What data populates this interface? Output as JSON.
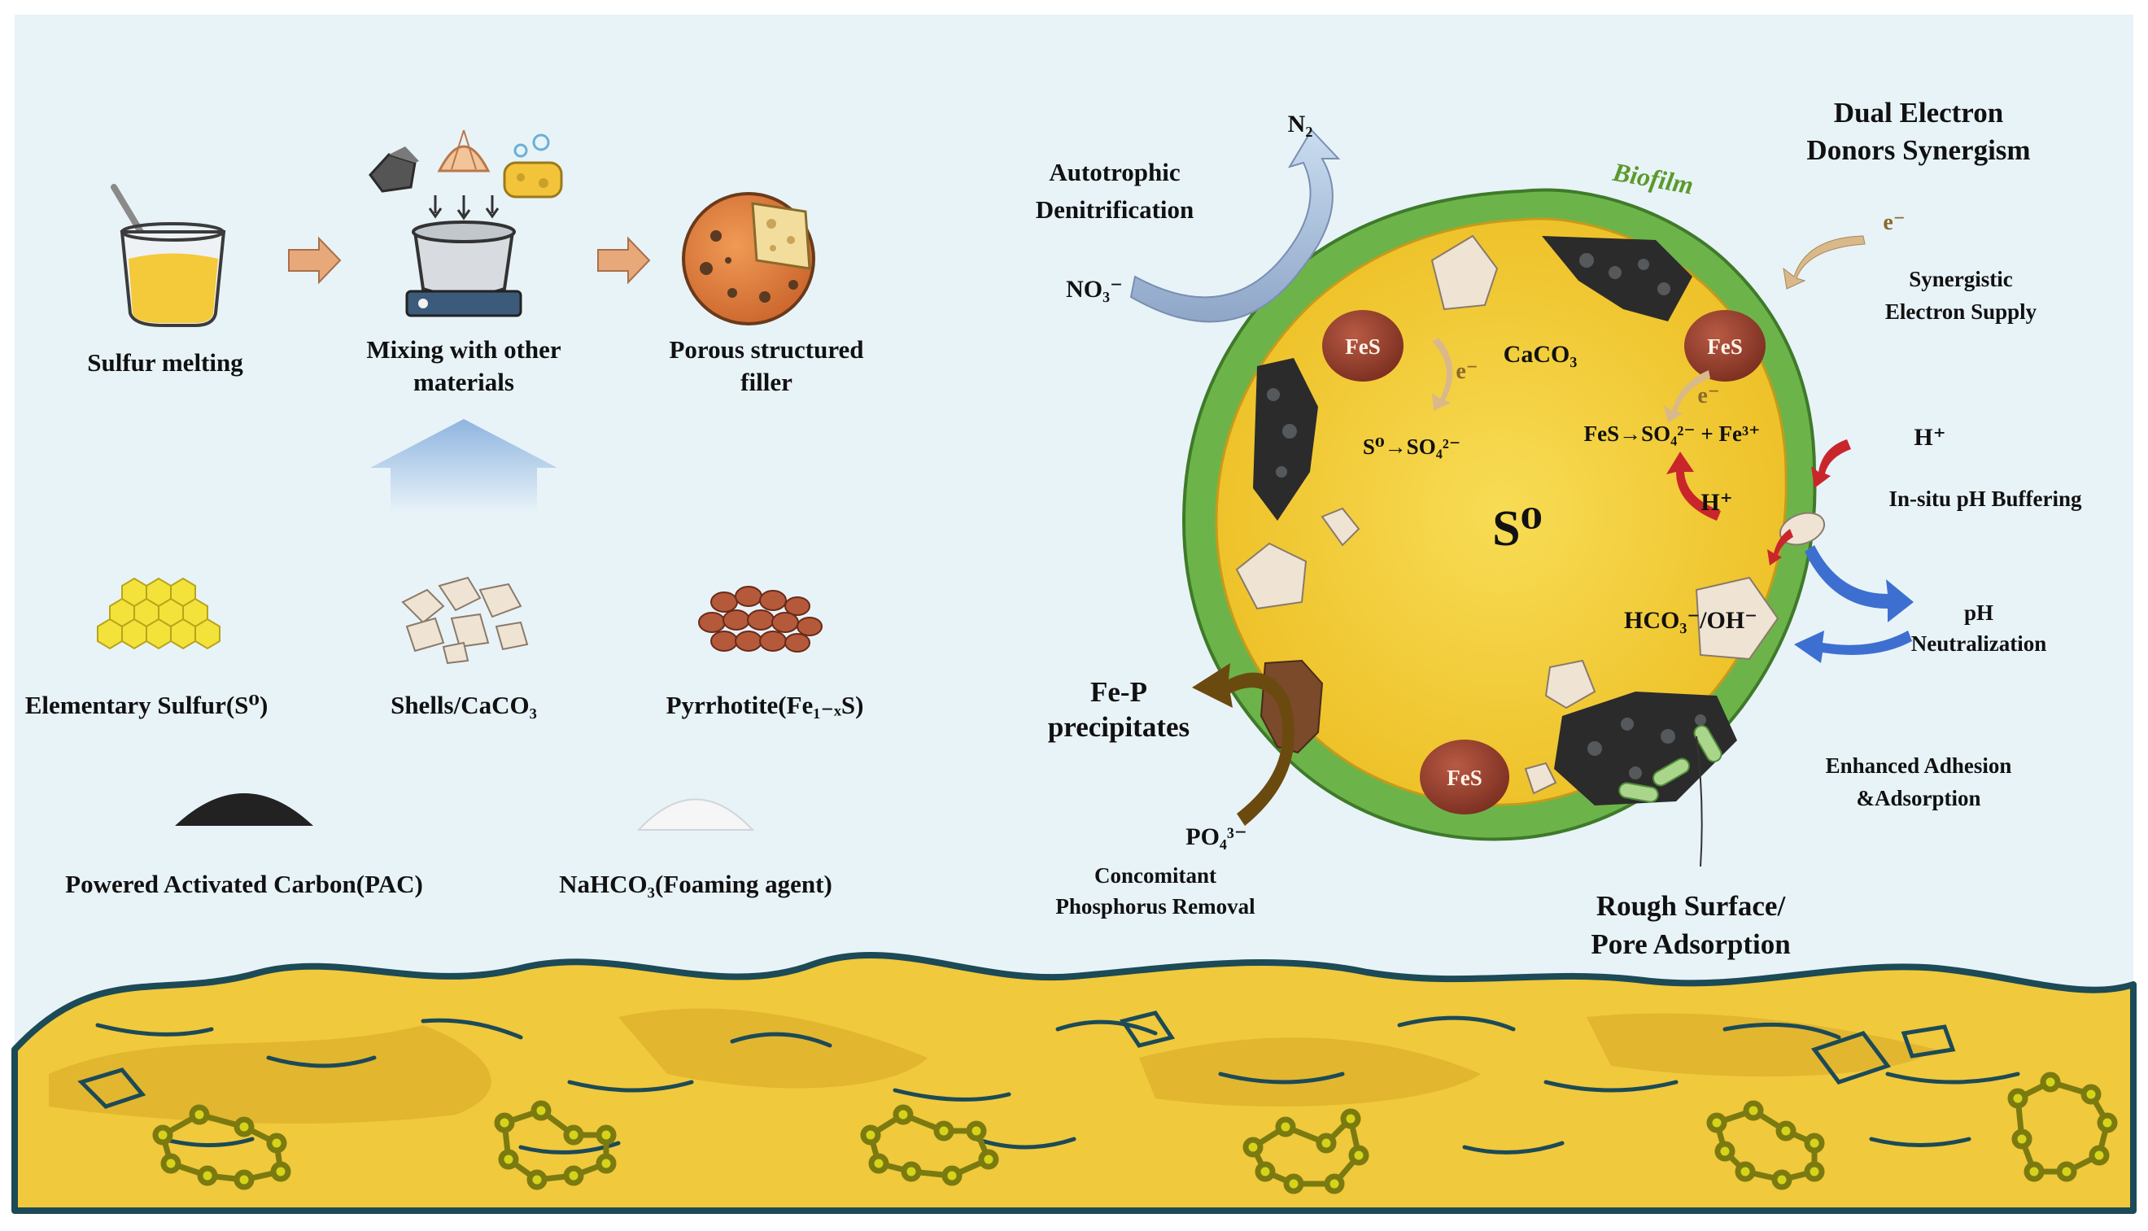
{
  "colors": {
    "background": "#e8f3f8",
    "sulfur_yellow": "#f3cf3a",
    "biofilm_green": "#6cb44a",
    "fes_brown": "#8e3b2b",
    "arrow_red": "#c9262b",
    "arrow_blue": "#3d6fd1",
    "arrow_brown": "#6b4a10",
    "ground_outline": "#1c4a57"
  },
  "process": {
    "step1": "Sulfur melting",
    "step2_line1": "Mixing with other",
    "step2_line2": "materials",
    "step3_line1": "Porous structured",
    "step3_line2": "filler"
  },
  "materials": {
    "sulfur": "Elementary Sulfur(S⁰)",
    "shells": "Shells/CaCO₃",
    "pyrrhotite": "Pyrrhotite(Fe₁₋ₓS)",
    "pac": "Powered Activated Carbon(PAC)",
    "nahco3": "NaHCO₃(Foaming agent)"
  },
  "mechanism": {
    "n2": "N₂",
    "autotrophic_line1": "Autotrophic",
    "autotrophic_line2": "Denitrification",
    "no3": "NO₃⁻",
    "biofilm": "Biofilm",
    "dual_line1": "Dual Electron",
    "dual_line2": "Donors Synergism",
    "e_minus": "e⁻",
    "synergistic_line1": "Synergistic",
    "synergistic_line2": "Electron Supply",
    "fes": "FeS",
    "caco3": "CaCO₃",
    "s0_reaction": "S⁰→SO₄²⁻",
    "fes_reaction": "FeS→SO₄²⁻ + Fe³⁺",
    "s0": "S⁰",
    "h_plus": "H⁺",
    "ph_buffering": "In-situ pH Buffering",
    "hco3_oh": "HCO₃⁻/OH⁻",
    "ph_line1": "pH",
    "ph_line2": "Neutralization",
    "fep_line1": "Fe-P",
    "fep_line2": "precipitates",
    "po4": "PO₄³⁻",
    "phos_line1": "Concomitant",
    "phos_line2": "Phosphorus Removal",
    "adhesion_line1": "Enhanced Adhesion",
    "adhesion_line2": "&Adsorption",
    "rough_line1": "Rough Surface/",
    "rough_line2": "Pore Adsorption"
  }
}
